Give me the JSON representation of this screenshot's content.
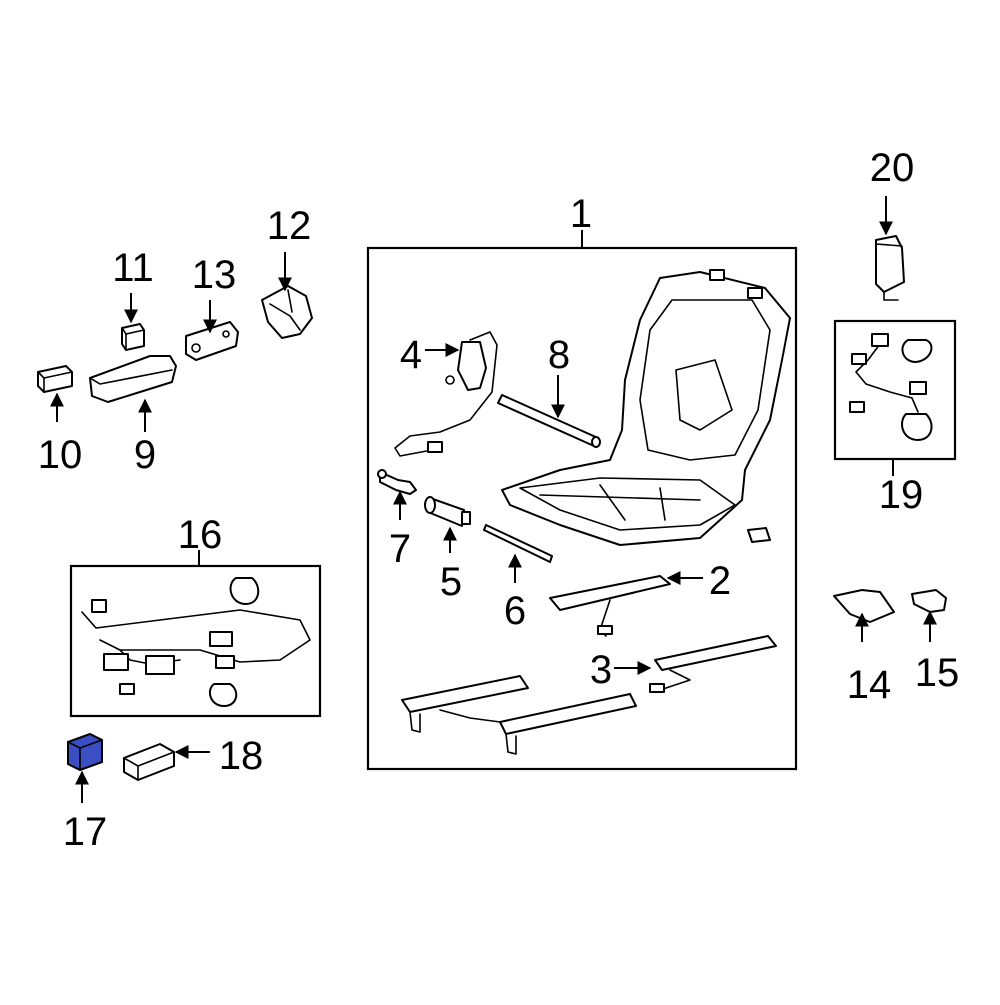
{
  "callouts": {
    "c1": "1",
    "c2": "2",
    "c3": "3",
    "c4": "4",
    "c5": "5",
    "c6": "6",
    "c7": "7",
    "c8": "8",
    "c9": "9",
    "c10": "10",
    "c11": "11",
    "c12": "12",
    "c13": "13",
    "c14": "14",
    "c15": "15",
    "c16": "16",
    "c17": "17",
    "c18": "18",
    "c19": "19",
    "c20": "20"
  },
  "colors": {
    "line": "#000000",
    "background": "#ffffff",
    "highlight": "#3b4fc4"
  },
  "highlighted_part": "17"
}
